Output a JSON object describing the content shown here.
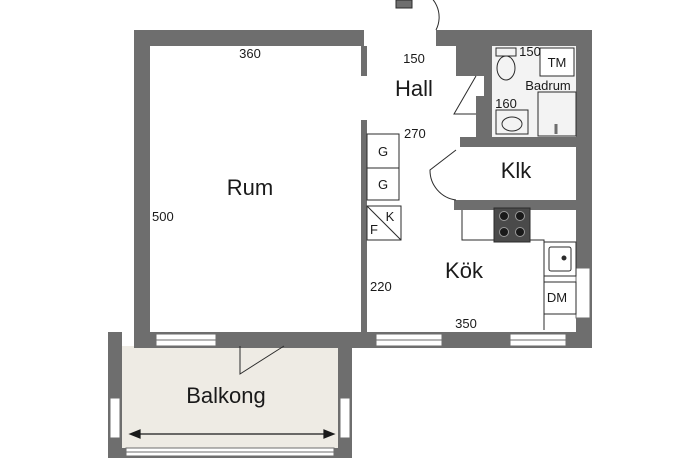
{
  "rooms": {
    "rum": "Rum",
    "hall": "Hall",
    "badrum": "Badrum",
    "klk": "Klk",
    "kok": "Kök",
    "balkong": "Balkong"
  },
  "fixtures": {
    "tm": "TM",
    "g1": "G",
    "g2": "G",
    "f": "F",
    "k": "K",
    "dm": "DM"
  },
  "dimensions": {
    "rum_width": "360",
    "rum_depth": "500",
    "hall_width": "150",
    "badrum_width": "150",
    "badrum_depth": "160",
    "hall_depth": "270",
    "kok_depth": "220",
    "kok_width": "350"
  },
  "colors": {
    "wall": "#6e6e6e",
    "balcony_floor": "#eeebe4",
    "bathroom_floor": "#f3f3f3",
    "line": "#2b2b2b"
  }
}
